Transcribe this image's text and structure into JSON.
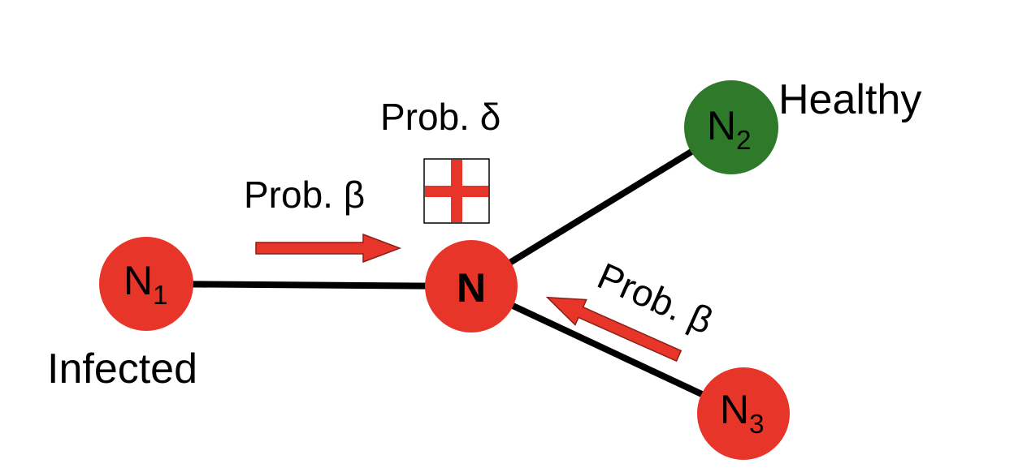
{
  "colors": {
    "infected": "#e8352a",
    "healthy": "#2e7a2a",
    "edge": "#000000",
    "arrow_fill": "#e8352a",
    "arrow_stroke": "#8a1f18",
    "cross": "#e8352a"
  },
  "nodes": {
    "n1": {
      "base": "N",
      "sub": "1",
      "state": "infected"
    },
    "n": {
      "base": "N",
      "sub": "",
      "state": "infected"
    },
    "n2": {
      "base": "N",
      "sub": "2",
      "state": "healthy"
    },
    "n3": {
      "base": "N",
      "sub": "3",
      "state": "infected"
    }
  },
  "labels": {
    "infected": "Infected",
    "healthy": "Healthy",
    "prob_delta": "Prob. δ",
    "prob_beta_left": "Prob. β",
    "prob_beta_right": "Prob. β"
  },
  "icons": {
    "recovery": "red-cross-icon"
  }
}
